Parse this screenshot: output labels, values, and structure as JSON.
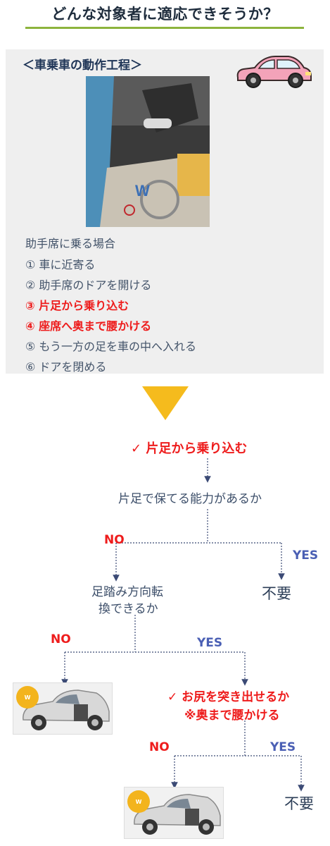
{
  "header": {
    "title": "どんな対象者に適応できそうか？"
  },
  "panel": {
    "title": "＜車乗車の動作工程＞",
    "intro": "助手席に乗る場合",
    "steps": [
      {
        "text": "①  車に近寄る",
        "highlight": false
      },
      {
        "text": "②  助手席のドアを開ける",
        "highlight": false
      },
      {
        "text": "③  片足から乗り込む",
        "highlight": true
      },
      {
        "text": "④  座席へ奥まで腰かける",
        "highlight": true
      },
      {
        "text": "⑤  もう一方の足を車の中へ入れる",
        "highlight": false
      },
      {
        "text": "⑥  ドアを閉める",
        "highlight": false
      }
    ]
  },
  "colors": {
    "accent_red": "#ee1c1c",
    "yes_blue": "#4a5fb4",
    "arrow_yellow": "#f5bb1d",
    "underline_green": "#8db43d",
    "car_pink": "#f3a3b9"
  },
  "icons": [
    "car-icon",
    "check-icon",
    "down-arrow-icon"
  ],
  "flow": {
    "node1": "✓  片足から乗り込む",
    "q1": "片足で保てる能力があるか",
    "q1_no": "NO",
    "q1_yes": "YES",
    "q1_yes_result": "不要",
    "q2_line1": "足踏み方向転",
    "q2_line2": "換できるか",
    "q2_no": "NO",
    "q2_yes": "YES",
    "q3_line1": "✓  お尻を突き出せるか",
    "q3_line2": "※奥まで腰かける",
    "q3_no": "NO",
    "q3_yes": "YES",
    "q3_yes_result": "不要"
  }
}
